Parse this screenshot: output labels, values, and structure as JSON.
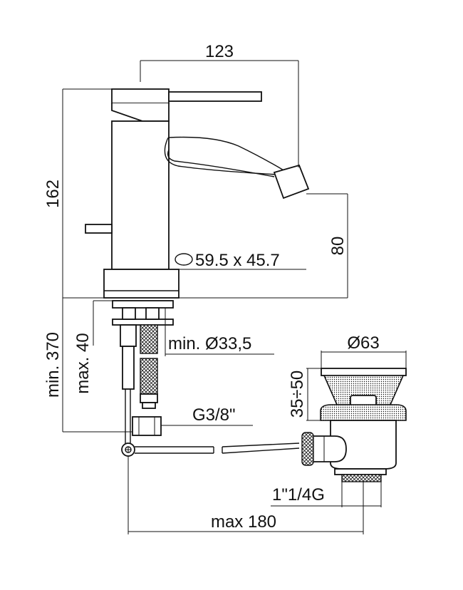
{
  "dimensions": {
    "width_top": "123",
    "height_total": "162",
    "spout_height": "80",
    "base_oval": "59.5 x 45.7",
    "min_hole": "min. Ø33,5",
    "min_total": "min. 370",
    "max_thickness": "max. 40",
    "connection": "G3/8\"",
    "drain_diameter": "Ø63",
    "drain_range": "35÷50",
    "drain_thread": "1\"1/4G",
    "max_reach": "max 180"
  },
  "icons": {
    "oval": "oval-icon"
  }
}
